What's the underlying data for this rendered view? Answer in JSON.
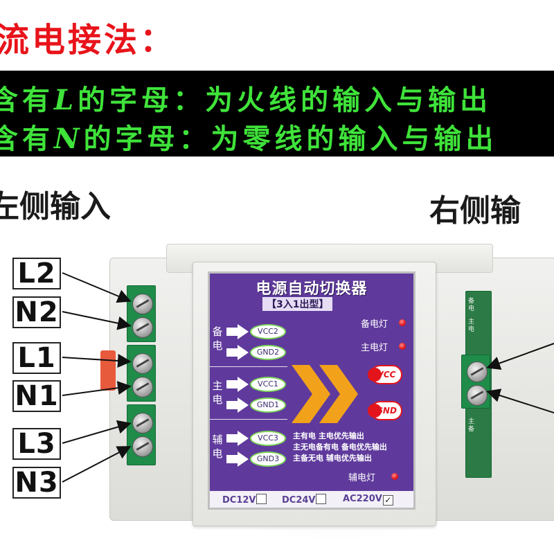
{
  "heading": "流电接法：",
  "band": {
    "line1_prefix": "含有",
    "line1_letter": "L",
    "line1_suffix": "的字母：为火线的输入与输出",
    "line2_prefix": "含有",
    "line2_letter": "N",
    "line2_suffix": "的字母：为零线的输入与输出"
  },
  "left_title": "左侧输入",
  "right_title": "右侧输",
  "terminal_labels": [
    "L2",
    "N2",
    "L1",
    "N1",
    "L3",
    "N3"
  ],
  "panel": {
    "title": "电源自动切换器",
    "subtitle": "【3入1出型】",
    "backup_led_label": "备电灯",
    "main_led_label": "主电灯",
    "aux_led_label": "辅电灯",
    "groups": [
      {
        "label": "备电",
        "pins": [
          "VCC2",
          "GND2"
        ]
      },
      {
        "label": "主电",
        "pins": [
          "VCC1",
          "GND1"
        ]
      },
      {
        "label": "辅电",
        "pins": [
          "VCC3",
          "GND3"
        ]
      }
    ],
    "output_vcc": "VCC",
    "output_gnd": "GND",
    "modes": [
      "主有电 主电优先输出",
      "主无电备有电 备电优先输出",
      "主备无电 辅电优先输出"
    ],
    "voltages": [
      {
        "label": "DC12V",
        "checked": false
      },
      {
        "label": "DC24V",
        "checked": false
      },
      {
        "label": "AC220V",
        "checked": true
      }
    ],
    "check_mark": "✓"
  },
  "side_board_text": [
    "备电",
    "主电",
    "主备"
  ],
  "colors": {
    "heading": "#e8141b",
    "band_text": "#3fe33a",
    "panel": "#5f3a9c",
    "terminal_green": "#1f8c4a",
    "chevron": "#f2a21a",
    "led": "#e3141b"
  }
}
